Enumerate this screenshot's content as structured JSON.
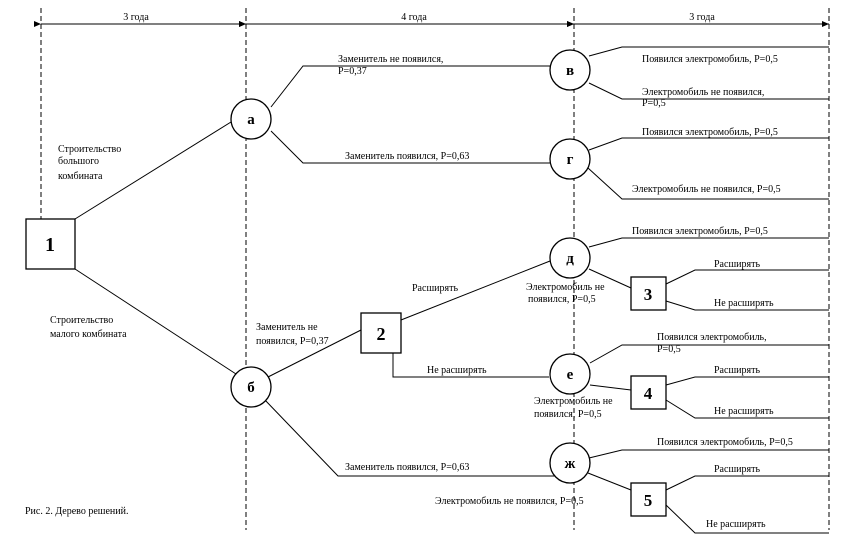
{
  "periods": {
    "p1": "3 года",
    "p2": "4 года",
    "p3": "3 года"
  },
  "nodes": {
    "n1": "1",
    "n2": "2",
    "n3": "3",
    "n4": "4",
    "n5": "5",
    "a": "а",
    "b": "б",
    "v": "в",
    "g": "г",
    "d": "д",
    "e": "е",
    "zh": "ж"
  },
  "labels": {
    "big_l1": "Строительство",
    "big_l2": "большого",
    "big_l3": "комбината",
    "small_l1": "Строительство",
    "small_l2": "малого комбината",
    "a_v_l1": "Заменитель не появился,",
    "a_v_l2": "P=0,37",
    "a_g": "Заменитель появился, P=0,63",
    "b_2_l1": "Заменитель не",
    "b_2_l2": "появился, P=0,37",
    "b_zh": "Заменитель появился, P=0,63",
    "expand": "Расширять",
    "no_expand": "Не расширять",
    "d_3_l1": "Электромобиль не",
    "d_3_l2": "появился, P=0,5",
    "e_4_l1": "Электромобиль не",
    "e_4_l2": "появился, P=0,5",
    "zh_5": "Электромобиль не появился, P=0,5",
    "v_up": "Появился электромобиль, P=0,5",
    "v_down_l1": "Электромобиль не появился,",
    "v_down_l2": "P=0,5",
    "g_up": "Появился электромобиль, P=0,5",
    "g_down": "Электромобиль не появился, P=0,5",
    "d_up": "Появился электромобиль, P=0,5",
    "e_up_l1": "Появился электромобиль,",
    "e_up_l2": "P=0,5",
    "zh_up": "Появился электромобиль, P=0,5",
    "n3_expand": "Расширять",
    "n3_no": "Не расширять",
    "n4_expand": "Расширять",
    "n4_no": "Не расширять",
    "n5_expand": "Расширять",
    "n5_no": "Не расширять"
  },
  "caption": "Рис. 2. Дерево решений."
}
